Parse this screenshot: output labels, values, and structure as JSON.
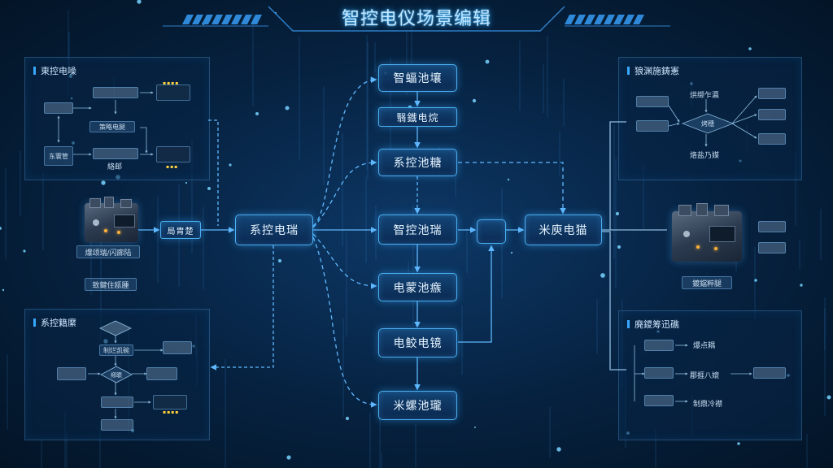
{
  "title": "智控电仪场景编辑",
  "colors": {
    "accent": "#38a8ff",
    "node_border": "#4aaef0",
    "highlight": "#ffd23a"
  },
  "panels": {
    "top_left": {
      "title": "東控电噪",
      "items": [
        "策略电腿",
        "东寰管",
        "絡邮"
      ]
    },
    "bottom_left": {
      "title": "系控籍縻",
      "items": [
        "制烂凯碗",
        "鄕聩"
      ]
    },
    "top_right": {
      "title": "狼渊施鋳憲",
      "items": [
        "烘缬乍瀛",
        "烤穗",
        "烙盐乃媒"
      ]
    },
    "bottom_right": {
      "title": "廃鑁筹迅礁",
      "items": [
        "爆点耦",
        "郿捱八媲",
        "制鼎冷襟"
      ]
    }
  },
  "left_devices": {
    "top_caption": "爆颂瑞/闪廊陆",
    "bottom_caption": "致鍵住瓯腫",
    "arrow_box": "局胄楚"
  },
  "right_device": {
    "caption": "鍍鐺粹腿"
  },
  "main_nodes": {
    "n1": "智蝠池壤",
    "n2": "翳鐡电烷",
    "n3": "系控池糖",
    "n4": "智控池瑞",
    "n5": "电蒙池瘯",
    "n6": "电鲛电镜",
    "n7": "米螺池瓏",
    "left_hub": "系控电瑞",
    "right_hub": "米庾电猫"
  }
}
